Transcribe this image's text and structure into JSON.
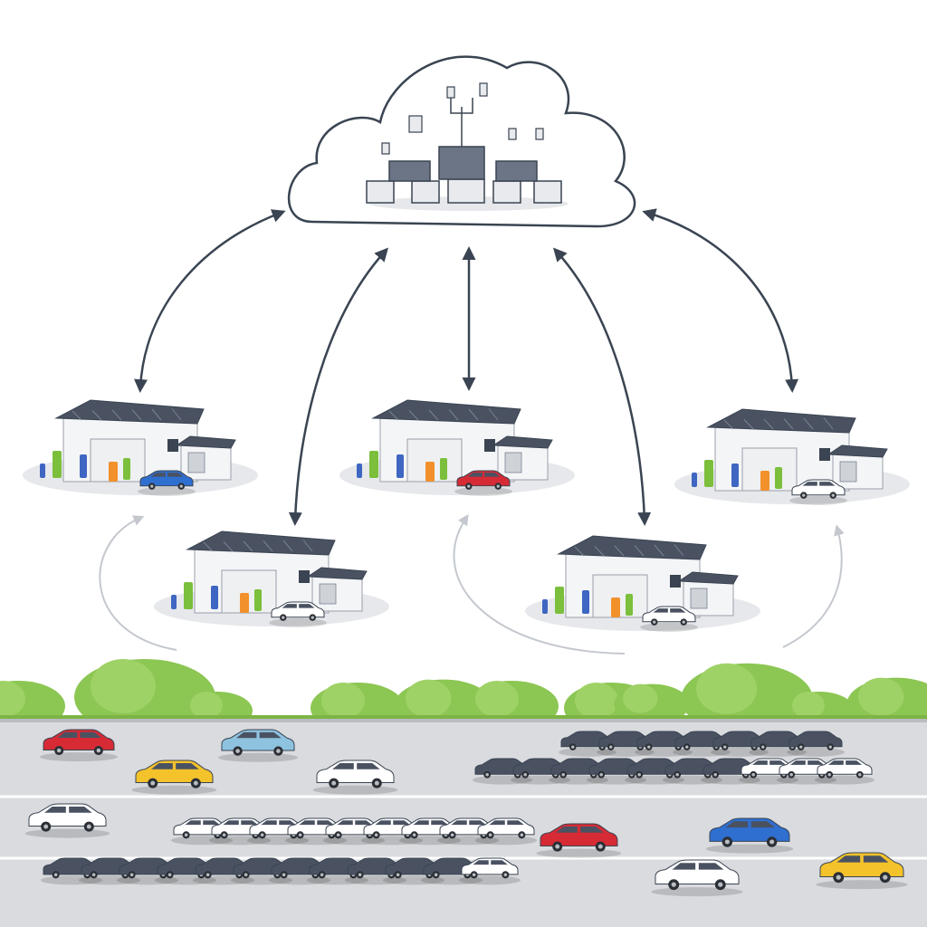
{
  "diagram": {
    "nodes": [
      {
        "id": "cloud-server",
        "kind": "cloud"
      },
      {
        "id": "station-1",
        "kind": "charging-station",
        "car_color": "#2f6fd0"
      },
      {
        "id": "station-2",
        "kind": "charging-station",
        "car_color": "#ffffff"
      },
      {
        "id": "station-3",
        "kind": "charging-station",
        "car_color": "#d62b35"
      },
      {
        "id": "station-4",
        "kind": "charging-station",
        "car_color": "#ffffff"
      },
      {
        "id": "station-5",
        "kind": "charging-station",
        "car_color": "#ffffff"
      }
    ],
    "links": [
      {
        "from": "cloud-server",
        "to": "station-1",
        "direction": "bidirectional"
      },
      {
        "from": "cloud-server",
        "to": "station-2",
        "direction": "bidirectional"
      },
      {
        "from": "cloud-server",
        "to": "station-3",
        "direction": "bidirectional"
      },
      {
        "from": "cloud-server",
        "to": "station-4",
        "direction": "bidirectional"
      },
      {
        "from": "cloud-server",
        "to": "station-5",
        "direction": "bidirectional"
      }
    ],
    "traffic_to_station_arrows": 3
  },
  "colors": {
    "arrow": "#3a4452",
    "cloud_stroke": "#3a4452",
    "road": "#d9dbde",
    "lane_marking": "#ffffff",
    "bush": "#8cc653",
    "roof": "#4a5262",
    "wall": "#f4f5f7",
    "charger_green": "#7bbf3c",
    "charger_orange": "#f2912b",
    "charger_blue": "#3e66c2"
  },
  "icons": {
    "cloud": "cloud-server-icon",
    "station": "charging-station-icon",
    "car": "car-icon"
  },
  "traffic": {
    "car_colors": [
      "#d62b35",
      "#8ec3e0",
      "#f4c22b",
      "#ffffff",
      "#2f6fd0",
      "#4a5262"
    ],
    "lanes": 4
  }
}
